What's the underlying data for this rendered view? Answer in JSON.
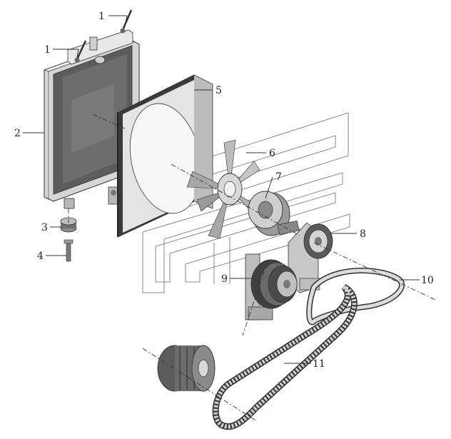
{
  "diagram": {
    "callouts": [
      "1",
      "1",
      "2",
      "3",
      "4",
      "5",
      "6",
      "7",
      "8",
      "9",
      "10",
      "11"
    ]
  },
  "colors": {
    "radiator_core": "#5c5c5c",
    "radiator_frame": "#d6d6d6",
    "shroud_dark": "#3a3a3a",
    "shroud_light": "#e4e4e4",
    "metal_mid": "#9a9a9a",
    "belt": "#bdbdbd",
    "ink": "#222222"
  }
}
